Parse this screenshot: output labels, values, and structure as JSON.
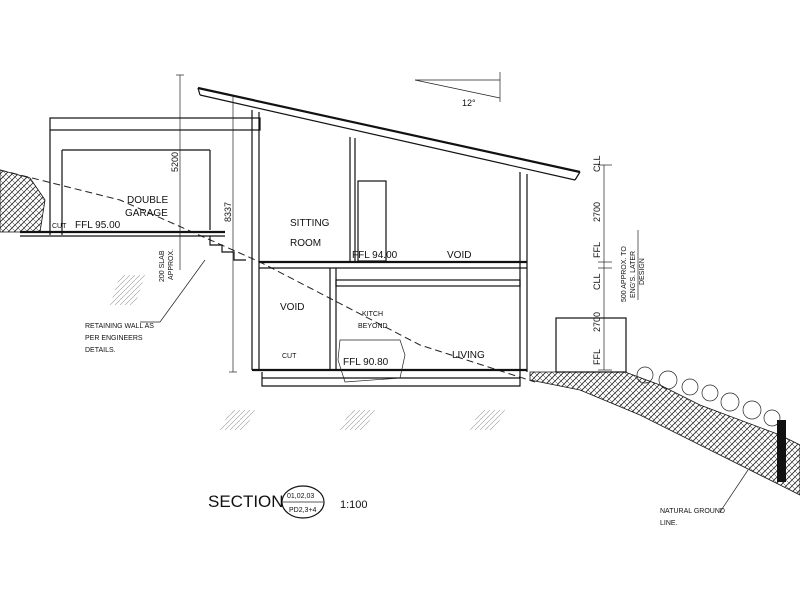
{
  "labels": {
    "angle": "12°",
    "height_total": "5200",
    "height_8337": "8337",
    "cll_top": "CLL",
    "dim_2700_top": "2700",
    "ffl_right": "FFL",
    "cll_mid": "CLL",
    "dim_2700_bottom": "2700",
    "ffl_bottom_right": "FFL",
    "approx_note_line1": "500 APPROX. TO",
    "approx_note_line2": "ENG'S. LATER",
    "approx_note_line3": "DESIGN",
    "slab_line1": "200 SLAB",
    "slab_line2": "APPROX.",
    "double_garage_line1": "DOUBLE",
    "double_garage_line2": "GARAGE",
    "cut_garage": "CUT",
    "ffl_garage": "FFL 95.00",
    "sitting_room_line1": "SITTING",
    "sitting_room_line2": "ROOM",
    "ffl_sitting": "FFL 94.00",
    "void_upper": "VOID",
    "void_lower": "VOID",
    "kitchen_line1": "KITCH",
    "kitchen_line2": "BEYOND",
    "cut_lower": "CUT",
    "ffl_living": "FFL 90.80",
    "living": "LIVING",
    "retaining_line1": "RETAINING WALL AS",
    "retaining_line2": "PER ENGINEERS",
    "retaining_line3": "DETAILS.",
    "natural_ground_line1": "NATURAL GROUND",
    "natural_ground_line2": "LINE."
  },
  "title_block": {
    "section_title": "SECTION",
    "bubble_top": "01,02,03",
    "bubble_bottom": "PD2,3+4",
    "scale": "1:100"
  }
}
